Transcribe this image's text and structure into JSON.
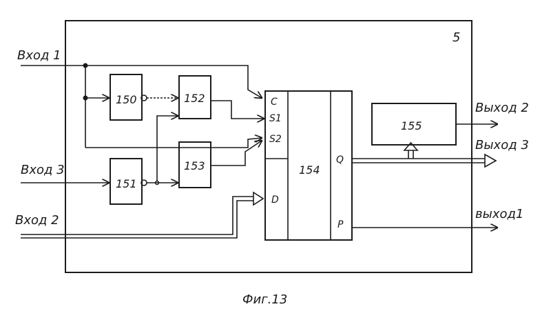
{
  "figure_caption": "Фиг.13",
  "corner_mark": "5",
  "inputs": {
    "in1": "Вход 1",
    "in2": "Вход 2",
    "in3": "Вход 3"
  },
  "outputs": {
    "out1": "выход1",
    "out2": "Выход 2",
    "out3": "Выход 3"
  },
  "blocks": {
    "b150": "150",
    "b151": "151",
    "b152": "152",
    "b153": "153",
    "b154": "154",
    "b155": "155"
  },
  "pins": {
    "c": "C",
    "s1": "S1",
    "s2": "S2",
    "d": "D",
    "q": "Q",
    "p": "P"
  }
}
